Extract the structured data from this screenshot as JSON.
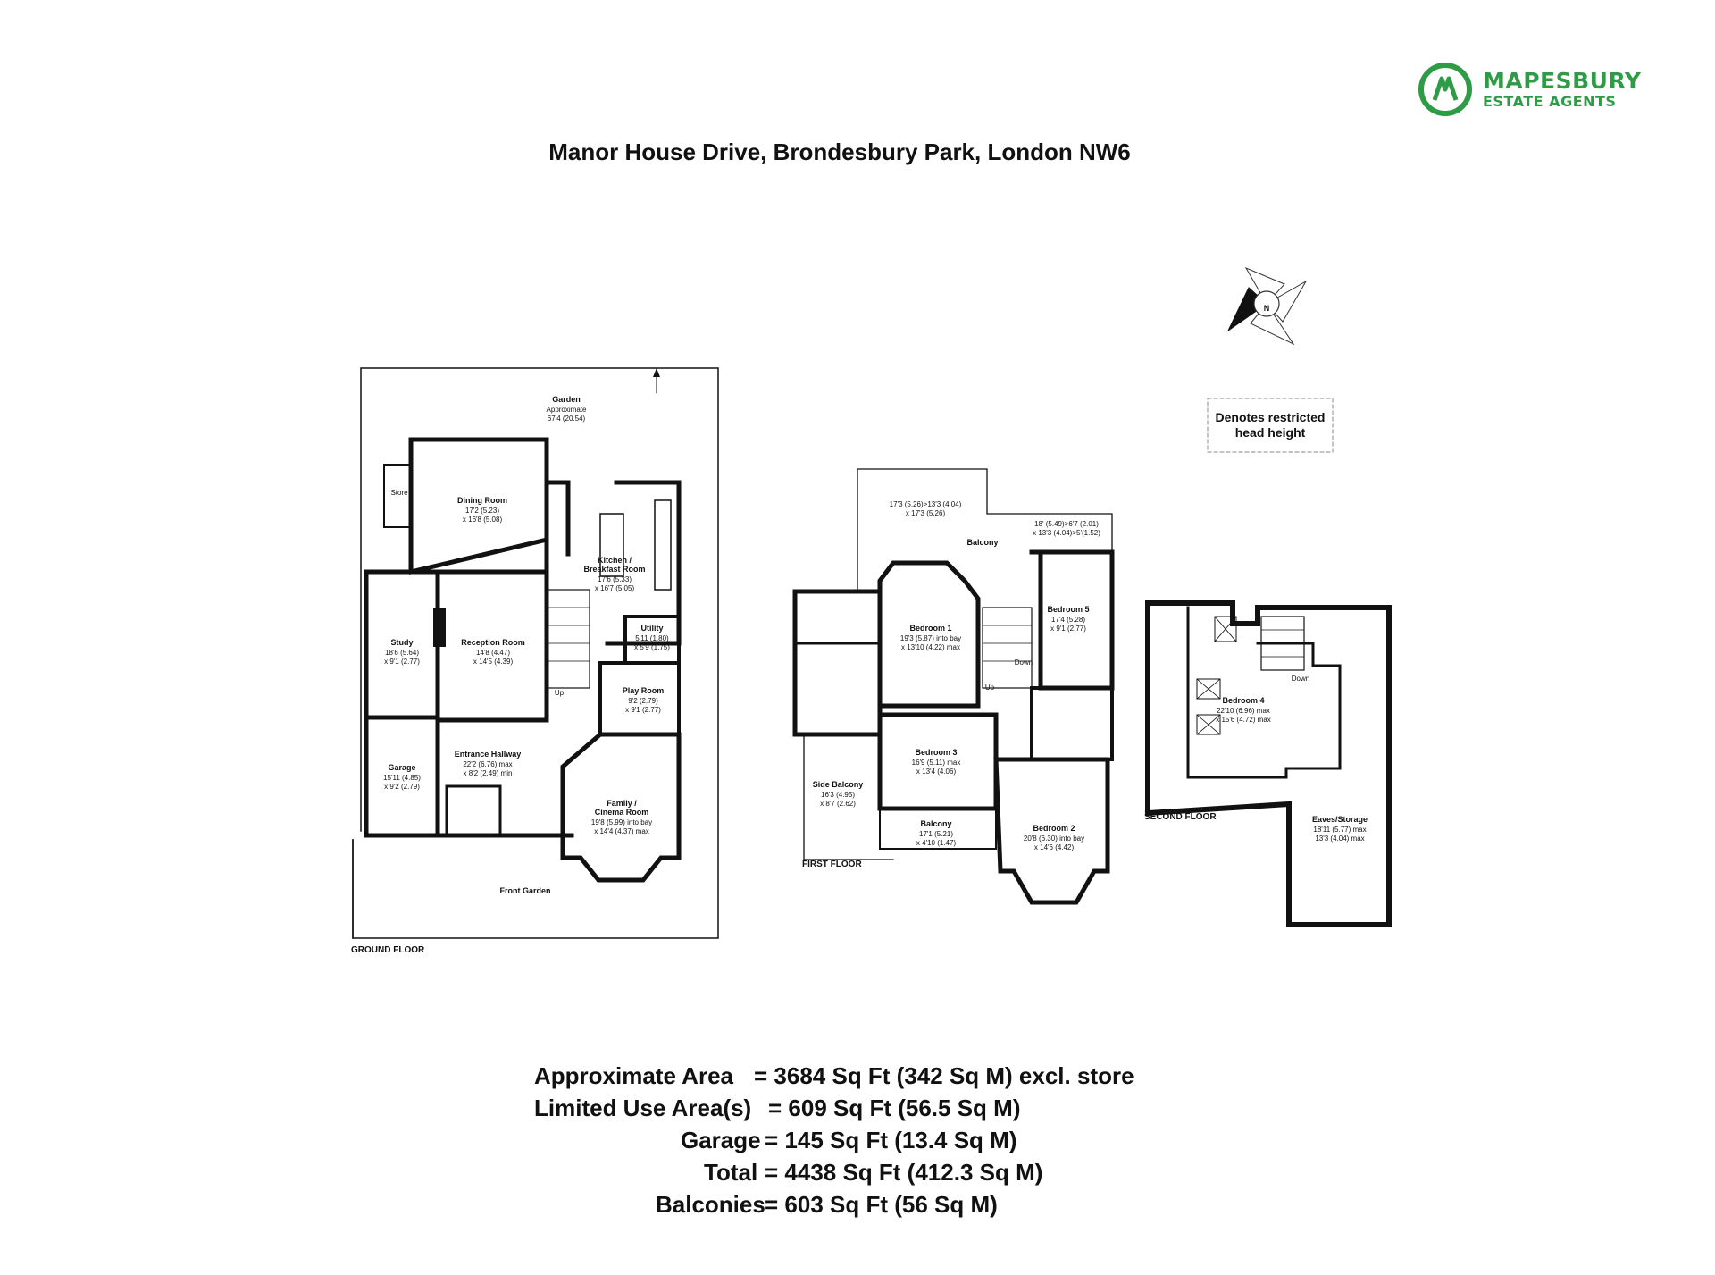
{
  "brand": {
    "name_line1": "MAPESBURY",
    "name_line2": "ESTATE AGENTS",
    "color": "#2e9c46"
  },
  "title": "Manor House Drive, Brondesbury Park, London NW6",
  "compass": {
    "label": "N"
  },
  "legend": {
    "line1": "Denotes restricted",
    "line2": "head height"
  },
  "floors": {
    "ground": "GROUND FLOOR",
    "first": "FIRST FLOOR",
    "second": "SECOND FLOOR"
  },
  "rooms": {
    "garden": {
      "name": "Garden",
      "dim1": "Approximate",
      "dim2": "67'4 (20.54)"
    },
    "store": {
      "name": "Store"
    },
    "dining": {
      "name": "Dining Room",
      "dim1": "17'2 (5.23)",
      "dim2": "x 16'8 (5.08)"
    },
    "kitchen": {
      "name": "Kitchen /",
      "name2": "Breakfast Room",
      "dim1": "17'6 (5.33)",
      "dim2": "x 16'7 (5.05)"
    },
    "utility": {
      "name": "Utility",
      "dim1": "5'11 (1.80)",
      "dim2": "x 5'9 (1.75)"
    },
    "study": {
      "name": "Study",
      "dim1": "18'6 (5.64)",
      "dim2": "x 9'1 (2.77)"
    },
    "reception": {
      "name": "Reception Room",
      "dim1": "14'8 (4.47)",
      "dim2": "x 14'5 (4.39)"
    },
    "play": {
      "name": "Play Room",
      "dim1": "9'2 (2.79)",
      "dim2": "x 9'1 (2.77)"
    },
    "garage": {
      "name": "Garage",
      "dim1": "15'11 (4.85)",
      "dim2": "x 9'2 (2.79)"
    },
    "hallway": {
      "name": "Entrance Hallway",
      "dim1": "22'2 (6.76) max",
      "dim2": "x 8'2 (2.49) min"
    },
    "family": {
      "name": "Family /",
      "name2": "Cinema Room",
      "dim1": "19'8 (5.99) into bay",
      "dim2": "x 14'4 (4.37) max"
    },
    "front_garden": {
      "name": "Front Garden"
    },
    "up_ground": {
      "name": "Up"
    },
    "balcony_top": {
      "name": "Balcony",
      "dim_left1": "17'3 (5.26)>13'3 (4.04)",
      "dim_left2": "x 17'3 (5.26)",
      "dim_right1": "18' (5.49)>6'7 (2.01)",
      "dim_right2": "x 13'3 (4.04)>5'(1.52)"
    },
    "bedroom1": {
      "name": "Bedroom 1",
      "dim1": "19'3 (5.87) into bay",
      "dim2": "x 13'10 (4.22) max"
    },
    "bedroom5": {
      "name": "Bedroom 5",
      "dim1": "17'4 (5.28)",
      "dim2": "x 9'1 (2.77)"
    },
    "bedroom3": {
      "name": "Bedroom 3",
      "dim1": "16'9 (5.11) max",
      "dim2": "x 13'4 (4.06)"
    },
    "side_balcony": {
      "name": "Side Balcony",
      "dim1": "16'3 (4.95)",
      "dim2": "x 8'7 (2.62)"
    },
    "balcony_mid": {
      "name": "Balcony",
      "dim1": "17'1 (5.21)",
      "dim2": "x 4'10 (1.47)"
    },
    "bedroom2": {
      "name": "Bedroom 2",
      "dim1": "20'8 (6.30) into bay",
      "dim2": "x 14'6 (4.42)"
    },
    "up_first": {
      "name": "Up"
    },
    "down_first": {
      "name": "Down"
    },
    "bedroom4": {
      "name": "Bedroom 4",
      "dim1": "22'10 (6.96) max",
      "dim2": "x 15'6 (4.72) max"
    },
    "down_second": {
      "name": "Down"
    },
    "eaves": {
      "name": "Eaves/Storage",
      "dim1": "18'11 (5.77) max",
      "dim2": "13'3 (4.04) max"
    }
  },
  "areas": [
    {
      "label": "Approximate Area",
      "value": "= 3684 Sq Ft (342 Sq M) excl. store"
    },
    {
      "label": "Limited Use Area(s)",
      "value": "= 609 Sq Ft (56.5 Sq M)"
    },
    {
      "label": "Garage",
      "value": "= 145 Sq Ft (13.4 Sq M)"
    },
    {
      "label": "Total",
      "value": "= 4438 Sq Ft (412.3 Sq M)"
    },
    {
      "label": "Balconies",
      "value": "= 603 Sq Ft (56 Sq M)"
    }
  ]
}
